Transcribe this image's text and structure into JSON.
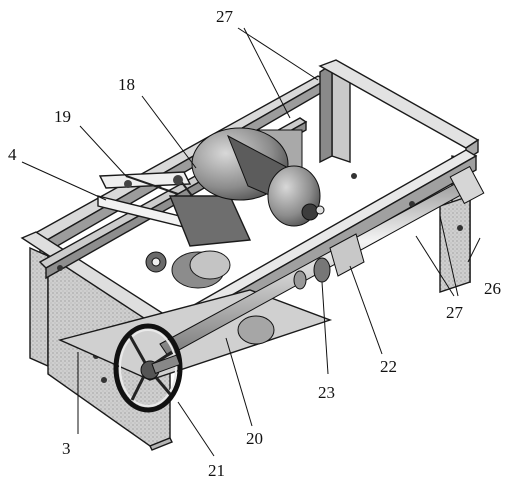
{
  "figure": {
    "callouts": [
      "27",
      "18",
      "19",
      "4",
      "26",
      "27",
      "22",
      "23",
      "3",
      "20",
      "21"
    ]
  },
  "colors": {
    "line": "#111111",
    "frame_light": "#e6e6e6",
    "frame_mid": "#bdbdbd",
    "frame_dark": "#6e6e6e",
    "motor_body": "#9a9a9a"
  }
}
